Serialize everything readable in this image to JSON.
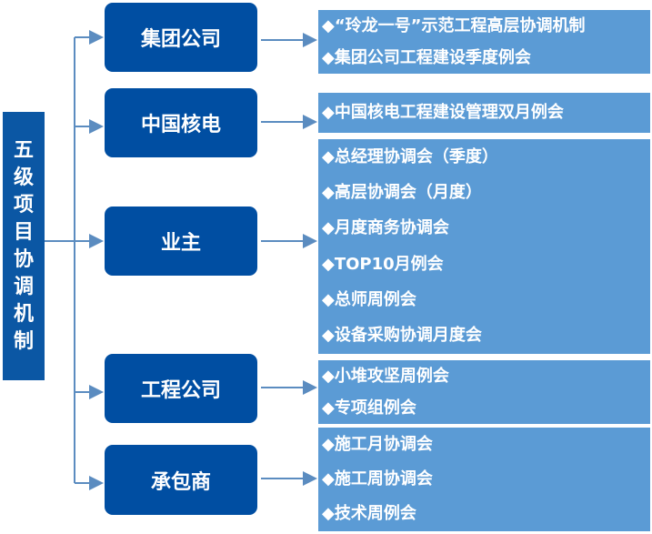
{
  "root": {
    "label": "五级项目协调机制"
  },
  "levels": [
    {
      "name": "集团公司",
      "meetings": [
        "“玲龙一号”示范工程高层协调机制",
        "集团公司工程建设季度例会"
      ]
    },
    {
      "name": "中国核电",
      "meetings": [
        "中国核电工程建设管理双月例会"
      ]
    },
    {
      "name": "业主",
      "meetings": [
        "总经理协调会（季度）",
        "高层协调会（月度）",
        "月度商务协调会",
        "TOP10月例会",
        "总师周例会",
        "设备采购协调月度会"
      ]
    },
    {
      "name": "工程公司",
      "meetings": [
        "小堆攻坚周例会",
        "专项组例会"
      ]
    },
    {
      "name": "承包商",
      "meetings": [
        "施工月协调会",
        "施工周协调会",
        "技术周例会"
      ]
    }
  ],
  "bullet": "◆",
  "colors": {
    "root": "#0B57A4",
    "level": "#004EA2",
    "meetings": "#5B9BD5",
    "connector": "#5B8CC0"
  }
}
